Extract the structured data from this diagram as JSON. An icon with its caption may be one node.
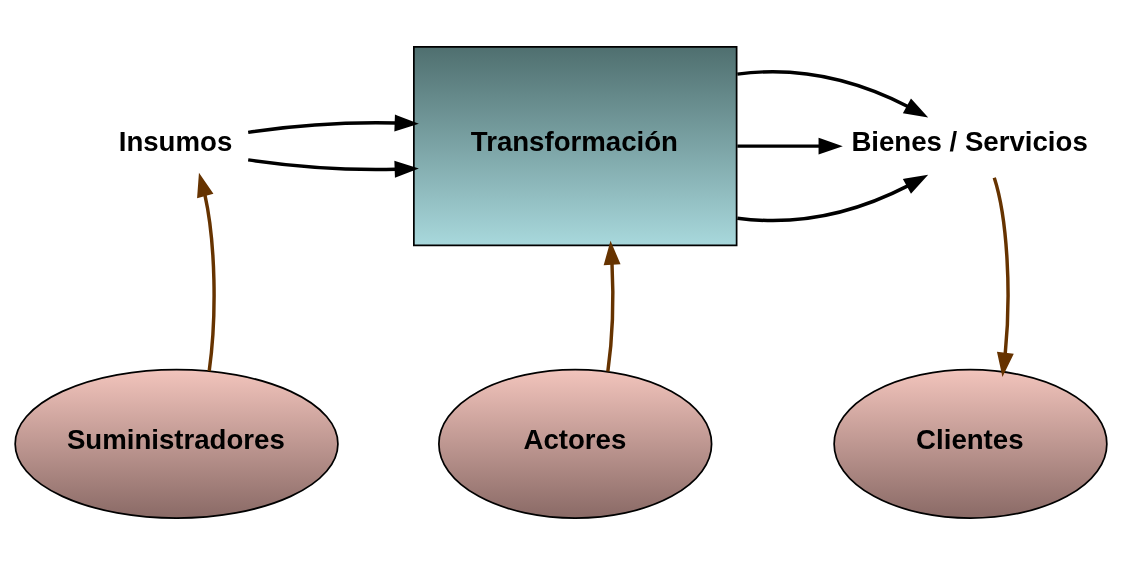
{
  "diagram": {
    "nodes": [
      {
        "text": [
          "Insumos"
        ]
      },
      {
        "text": [
          "Transformación"
        ]
      },
      {
        "text": [
          "Bienes / Servicios"
        ]
      },
      {
        "text": [
          "Suministradores"
        ]
      },
      {
        "text": [
          "Actores"
        ]
      },
      {
        "text": [
          "Clientes"
        ]
      }
    ],
    "edges": [
      {
        "from": 0,
        "to": 1,
        "arrow": "to"
      },
      {
        "from": 0,
        "to": 1,
        "arrow": "to"
      },
      {
        "from": 1,
        "to": 2,
        "arrow": "to"
      },
      {
        "from": 1,
        "to": 2,
        "arrow": "to"
      },
      {
        "from": 1,
        "to": 2,
        "arrow": "to"
      },
      {
        "from": 3,
        "to": 0,
        "arrow": "to",
        "color": "#663300"
      },
      {
        "from": 4,
        "to": 1,
        "arrow": "to",
        "color": "#663300"
      },
      {
        "from": 2,
        "to": 5,
        "arrow": "to",
        "color": "#663300"
      }
    ]
  }
}
